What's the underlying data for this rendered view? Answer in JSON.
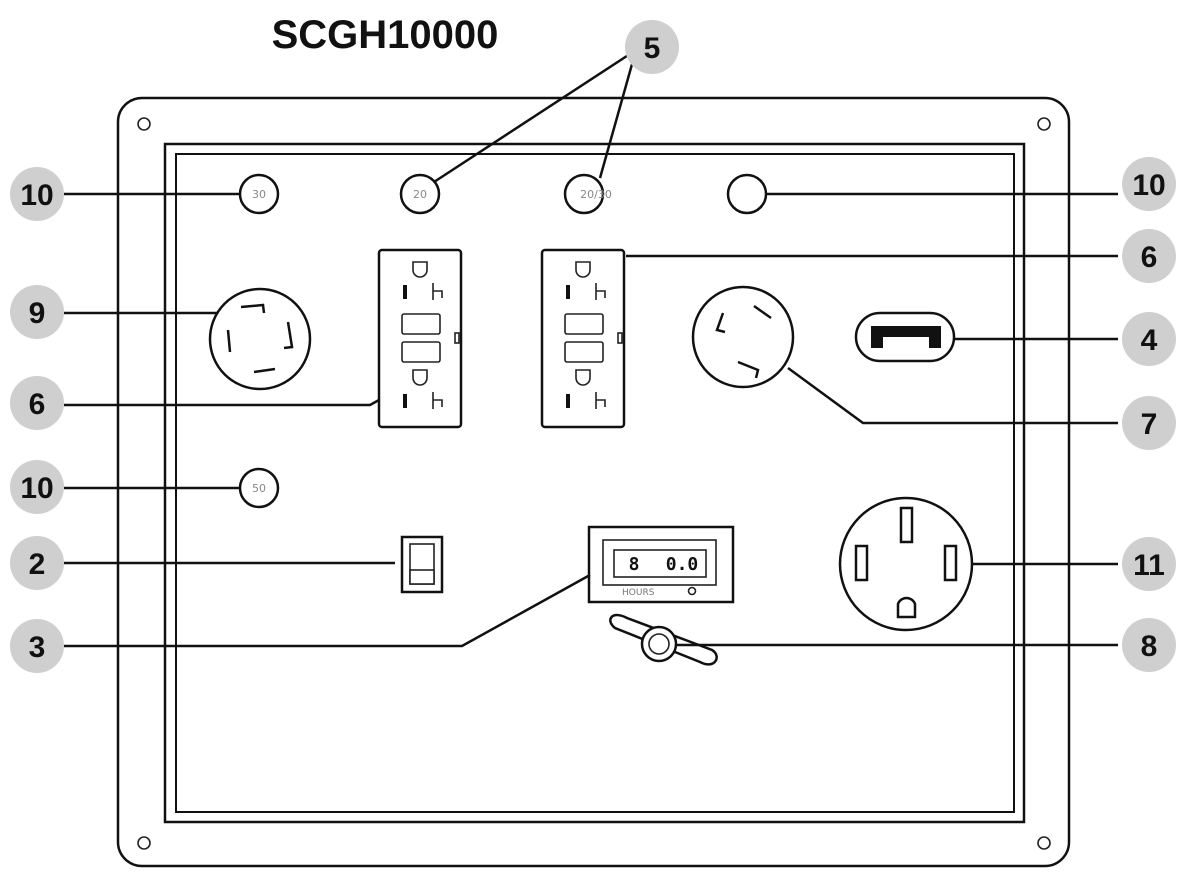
{
  "title": "SCGH10000",
  "breakers": {
    "b1": "30",
    "b2": "20",
    "b3": "20/30",
    "b4": "50"
  },
  "hour_meter": {
    "display_left": "8",
    "display_right": "0.0",
    "unit_label": "HOURS"
  },
  "callouts": {
    "c10_top_left": "10",
    "c5_top": "5",
    "c10_top_right": "10",
    "c9": "9",
    "c6_right": "6",
    "c4": "4",
    "c6_left": "6",
    "c7": "7",
    "c10_mid_left": "10",
    "c2": "2",
    "c11": "11",
    "c3": "3",
    "c8": "8"
  },
  "colors": {
    "callout_fill": "#cfcfcf",
    "ink": "#111111",
    "panel": "#ffffff"
  }
}
